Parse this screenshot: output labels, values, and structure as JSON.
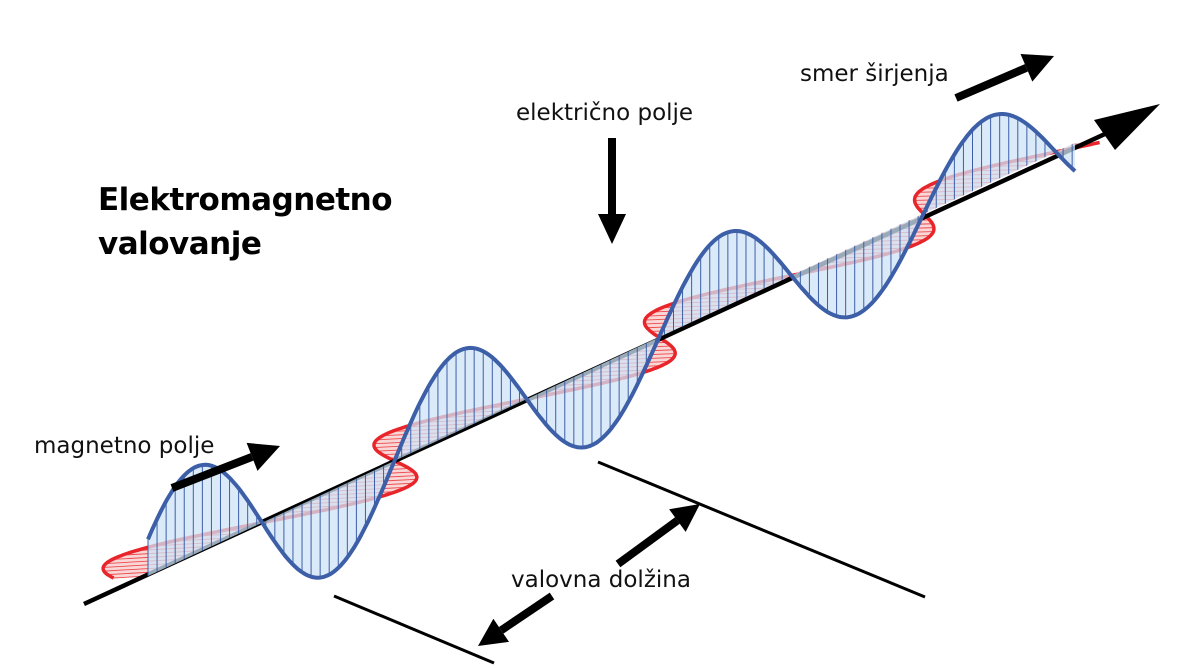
{
  "title": {
    "line1": "Elektromagnetno",
    "line2": "valovanje"
  },
  "labels": {
    "electric_field": "električno polje",
    "propagation_direction": "smer širjenja",
    "magnetic_field": "magnetno polje",
    "wavelength": "valovna dolžina"
  },
  "colors": {
    "electric_wave": "#3c5fa8",
    "electric_fill": "#cfe3f6",
    "magnetic_wave": "#e8252a",
    "magnetic_fill": "#f8c6c6",
    "axis": "#000000"
  },
  "icons": {
    "propagation_axis": "arrow-right-icon",
    "pointers": "arrow-icon"
  }
}
